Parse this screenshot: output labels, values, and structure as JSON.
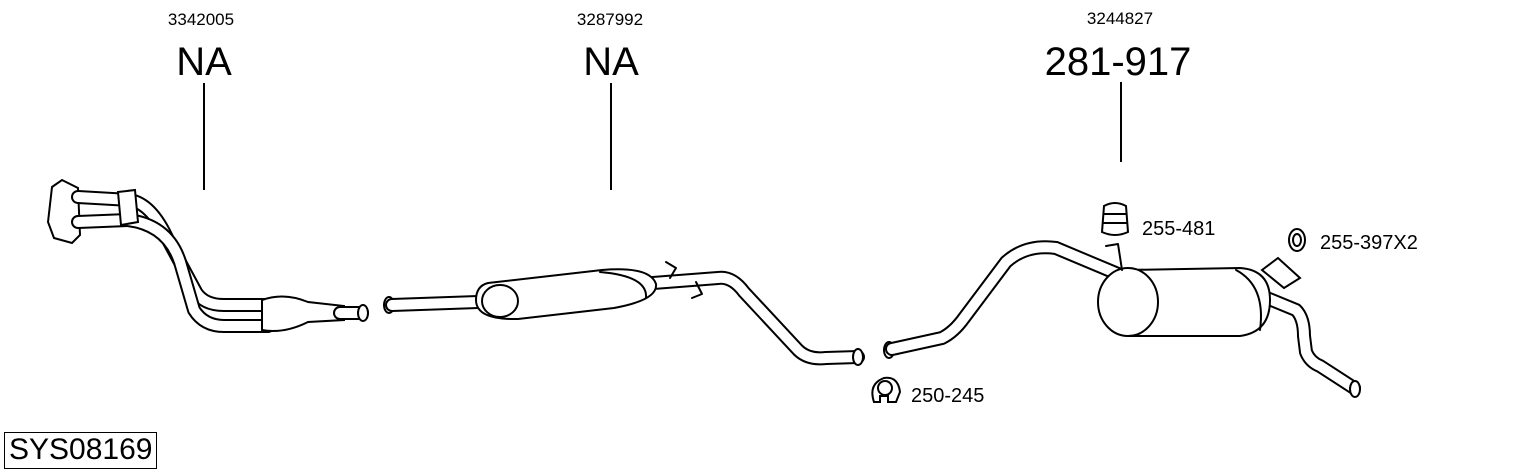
{
  "system_code": "SYS08169",
  "sections": [
    {
      "oe_number": "3342005",
      "part_number": "NA"
    },
    {
      "oe_number": "3287992",
      "part_number": "NA"
    },
    {
      "oe_number": "3244827",
      "part_number": "281-917"
    }
  ],
  "accessories": [
    {
      "part_number": "255-481",
      "icon": "rubber-hanger-icon"
    },
    {
      "part_number": "255-397X2",
      "icon": "rubber-ring-icon"
    },
    {
      "part_number": "250-245",
      "icon": "pipe-clamp-icon"
    }
  ],
  "colors": {
    "stroke": "#000000",
    "fill": "#ffffff",
    "background": "#ffffff"
  }
}
